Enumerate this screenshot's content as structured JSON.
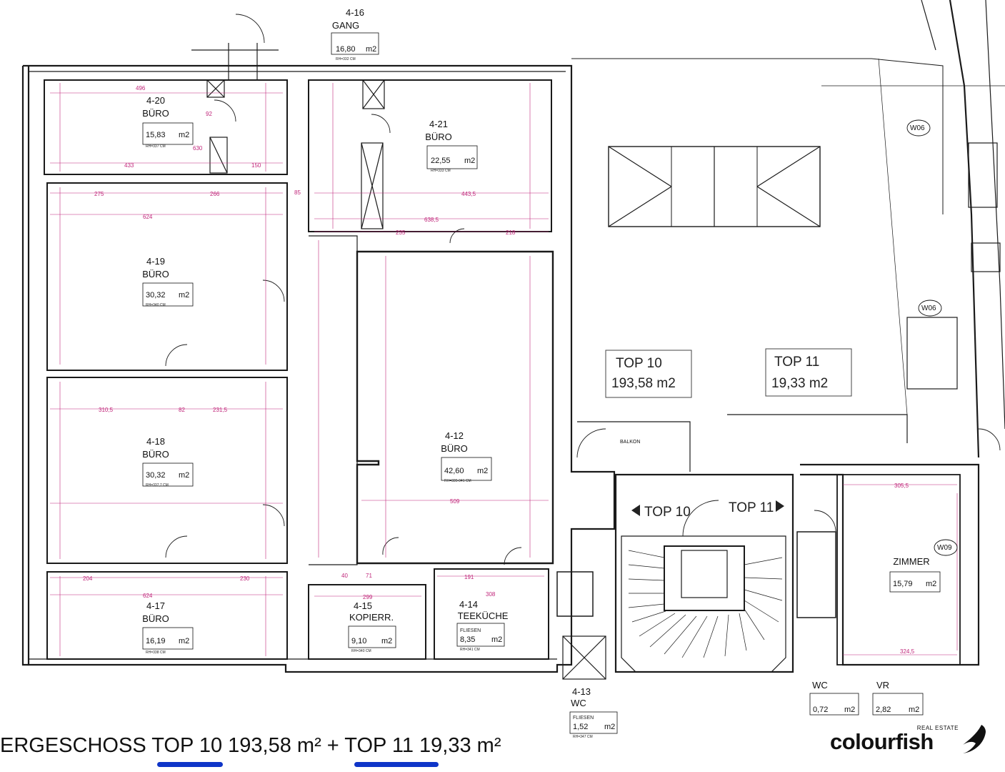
{
  "rooms": [
    {
      "id": "4-16",
      "name": "GANG",
      "area": "16,80",
      "unit": "m2",
      "rh": "RH=332 CM"
    },
    {
      "id": "4-20",
      "name": "BÜRO",
      "area": "15,83",
      "unit": "m2",
      "rh": "RH=337 CM"
    },
    {
      "id": "4-21",
      "name": "BÜRO",
      "area": "22,55",
      "unit": "m2",
      "rh": "RH=333 CM"
    },
    {
      "id": "4-19",
      "name": "BÜRO",
      "area": "30,32",
      "unit": "m2",
      "rh": "RH=340 CM"
    },
    {
      "id": "4-18",
      "name": "BÜRO",
      "area": "30,32",
      "unit": "m2",
      "rh": "RH=337,7 CM"
    },
    {
      "id": "4-12",
      "name": "BÜRO",
      "area": "42,60",
      "unit": "m2",
      "rh": "RH=335-341 CM"
    },
    {
      "id": "4-17",
      "name": "BÜRO",
      "area": "16,19",
      "unit": "m2",
      "rh": "RH=338 CM"
    },
    {
      "id": "4-15",
      "name": "KOPIERR.",
      "area": "9,10",
      "unit": "m2",
      "rh": "RH=340 CM"
    },
    {
      "id": "4-14",
      "name": "TEEKÜCHE",
      "sub": "FLIESEN",
      "area": "8,35",
      "unit": "m2",
      "rh": "RH=341 CM"
    },
    {
      "id": "4-13",
      "name": "WC",
      "sub": "FLIESEN",
      "area": "1,52",
      "unit": "m2",
      "rh": "RH=347 CM"
    },
    {
      "id": "",
      "name": "ZIMMER",
      "area": "15,79",
      "unit": "m2"
    },
    {
      "id": "",
      "name": "WC",
      "area": "0,72",
      "unit": "m2"
    },
    {
      "id": "",
      "name": "VR",
      "area": "2,82",
      "unit": "m2"
    }
  ],
  "tops": [
    {
      "label": "TOP 10",
      "area": "193,58 m2"
    },
    {
      "label": "TOP 11",
      "area": "19,33 m2"
    }
  ],
  "stair_labels": {
    "left": "TOP 10",
    "right": "TOP 11"
  },
  "balkon_label": "BALKON",
  "windows": [
    "W06",
    "W06",
    "W09"
  ],
  "dimensions": [
    "496",
    "433",
    "275",
    "266",
    "624",
    "92",
    "630",
    "150",
    "310,5",
    "231,5",
    "204",
    "230",
    "299",
    "191",
    "308",
    "638,5",
    "443,5",
    "235",
    "218",
    "509",
    "305,5",
    "324,5",
    "85",
    "40",
    "71",
    "624",
    "82"
  ],
  "caption": {
    "prefix": "ERGESCHOSS ",
    "top10": "TOP 10",
    "top10_area": " 193,58 m² + ",
    "top11": "TOP 11",
    "top11_area": " 19,33 m²"
  },
  "brand": {
    "tagline": "REAL ESTATE",
    "name": "colourfish"
  },
  "colors": {
    "walls": "#1a1a1a",
    "dimensions": "#c0267a",
    "underline": "#0f35c8"
  }
}
